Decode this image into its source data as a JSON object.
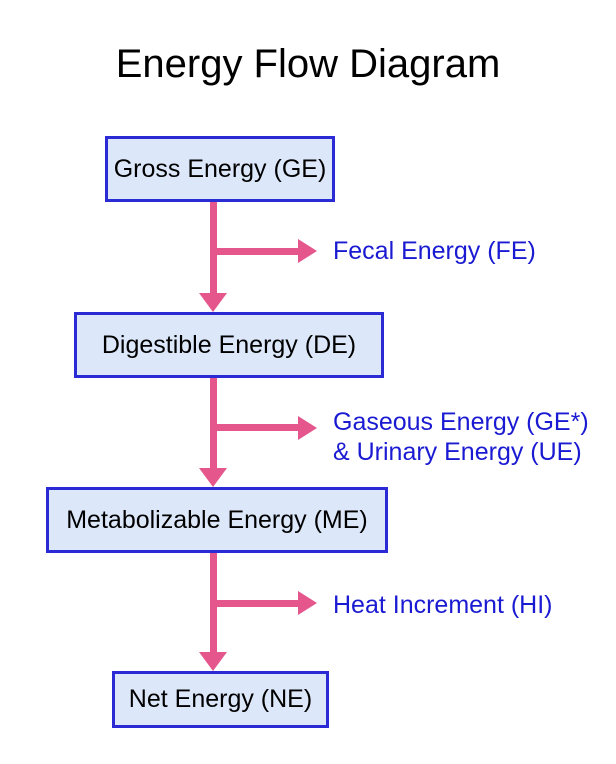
{
  "title": "Energy Flow Diagram",
  "colors": {
    "background": "#ffffff",
    "title_text": "#000000",
    "box_text": "#000000",
    "box_fill": "#dce8fa",
    "box_border": "#2b2bd6",
    "arrow_pink": "#e4568c",
    "side_label_blue": "#1a1ad2"
  },
  "nodes": [
    {
      "id": "gross-energy",
      "label": "Gross Energy (GE)"
    },
    {
      "id": "digestible-energy",
      "label": "Digestible Energy (DE)"
    },
    {
      "id": "metabolizable-energy",
      "label": "Metabolizable Energy (ME)"
    },
    {
      "id": "net-energy",
      "label": "Net Energy (NE)"
    }
  ],
  "branches": [
    {
      "id": "fecal-energy",
      "lines": [
        "Fecal Energy (FE)"
      ]
    },
    {
      "id": "gaseous-urinary-energy",
      "lines": [
        "Gaseous Energy (GE*)",
        "& Urinary Energy (UE)"
      ]
    },
    {
      "id": "heat-increment",
      "lines": [
        "Heat Increment (HI)"
      ]
    }
  ]
}
